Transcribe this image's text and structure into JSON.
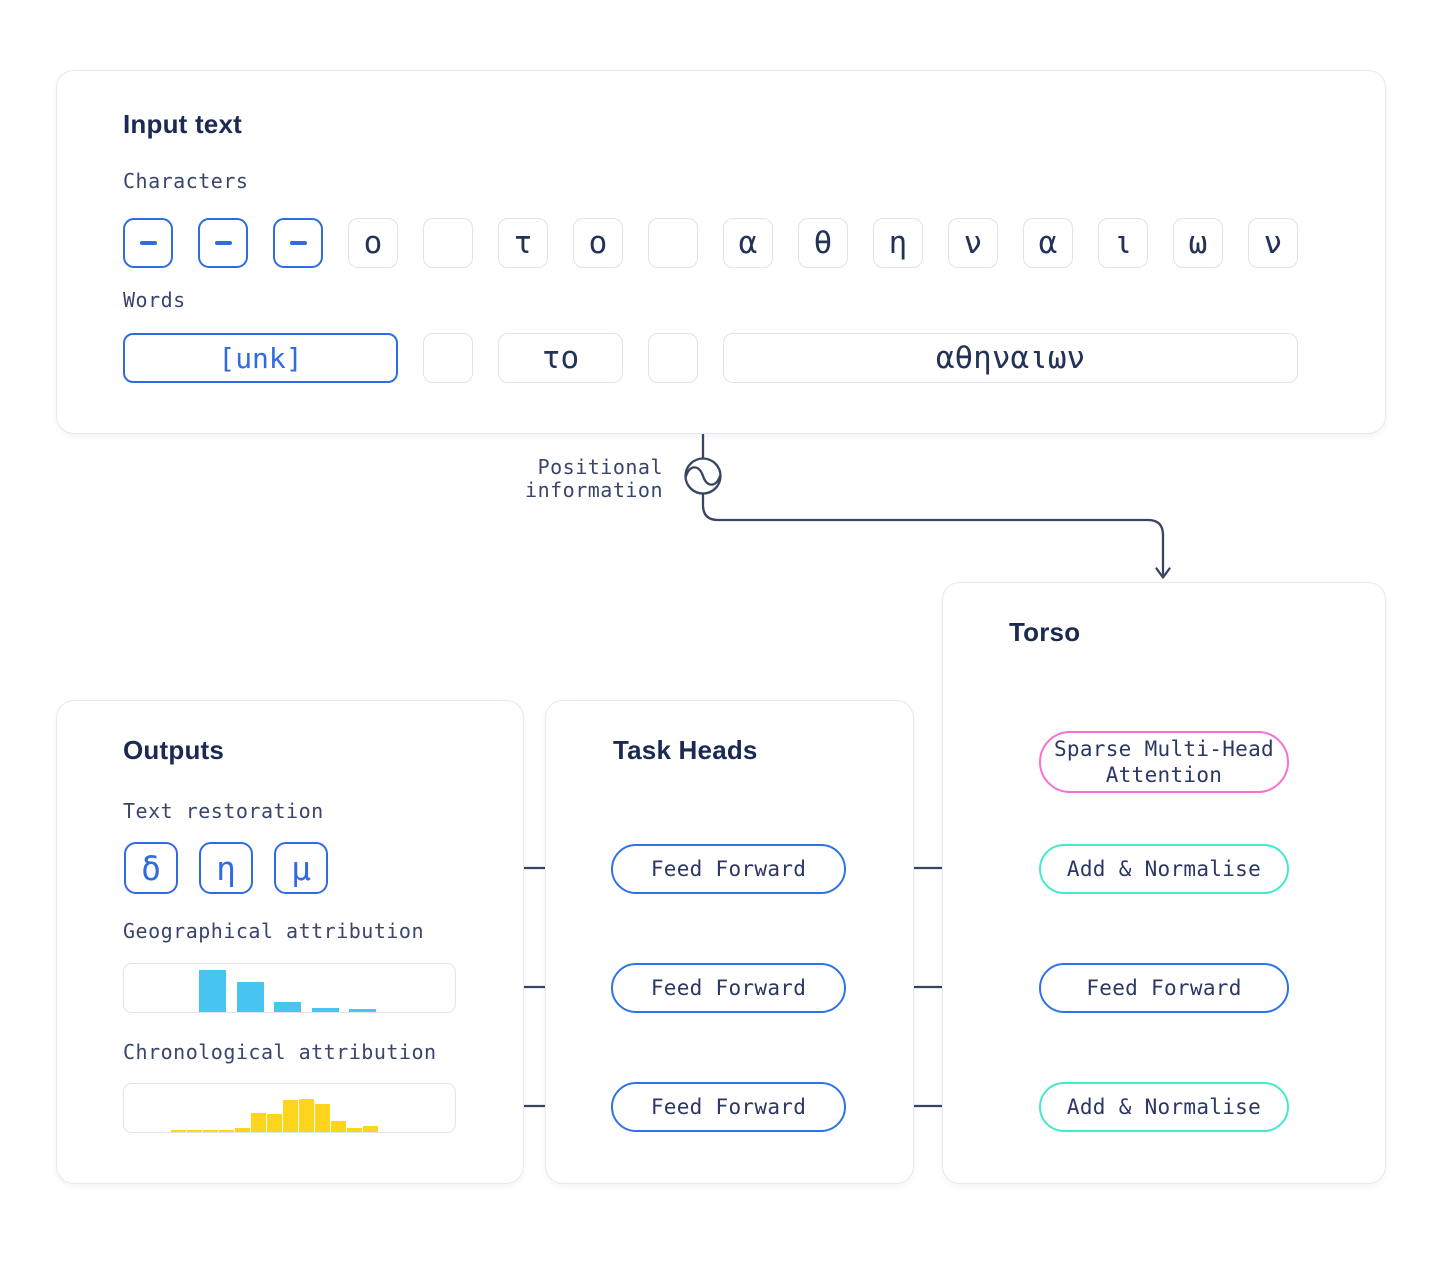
{
  "colors": {
    "accent_blue": "#2F6BE3",
    "pill_blue": "#3072E8",
    "pink": "#F76FD7",
    "teal": "#44E9CC",
    "wire_navy": "#394463",
    "heading_navy": "#1B2A52",
    "label_navy": "#39456B",
    "bar_blue": "#47C4F0",
    "bar_yellow": "#FFD41E"
  },
  "input_panel": {
    "title": "Input text",
    "characters_label": "Characters",
    "characters": [
      {
        "char": "-",
        "masked": true
      },
      {
        "char": "-",
        "masked": true
      },
      {
        "char": "-",
        "masked": true
      },
      {
        "char": "ο",
        "masked": false
      },
      {
        "char": "",
        "masked": false
      },
      {
        "char": "τ",
        "masked": false
      },
      {
        "char": "ο",
        "masked": false
      },
      {
        "char": "",
        "masked": false
      },
      {
        "char": "α",
        "masked": false
      },
      {
        "char": "θ",
        "masked": false
      },
      {
        "char": "η",
        "masked": false
      },
      {
        "char": "ν",
        "masked": false
      },
      {
        "char": "α",
        "masked": false
      },
      {
        "char": "ι",
        "masked": false
      },
      {
        "char": "ω",
        "masked": false
      },
      {
        "char": "ν",
        "masked": false
      }
    ],
    "words_label": "Words",
    "words": [
      {
        "text": "[unk]",
        "masked": true
      },
      {
        "text": "",
        "masked": false
      },
      {
        "text": "το",
        "masked": false
      },
      {
        "text": "",
        "masked": false
      },
      {
        "text": "αθηναιων",
        "masked": false
      }
    ]
  },
  "positional": {
    "line1": "Positional",
    "line2": "information"
  },
  "torso": {
    "title": "Torso",
    "attention_line1": "Sparse Multi-Head",
    "attention_line2": "Attention",
    "add_norm_1": "Add & Normalise",
    "feed_forward": "Feed Forward",
    "add_norm_2": "Add & Normalise"
  },
  "task_heads": {
    "title": "Task Heads",
    "heads": [
      {
        "label": "Feed Forward"
      },
      {
        "label": "Feed Forward"
      },
      {
        "label": "Feed Forward"
      }
    ]
  },
  "outputs": {
    "title": "Outputs",
    "text_restoration": {
      "label": "Text restoration",
      "letters": [
        "δ",
        "η",
        "μ"
      ]
    },
    "geographical": {
      "label": "Geographical attribution"
    },
    "chronological": {
      "label": "Chronological attribution"
    }
  },
  "chart_data": [
    {
      "type": "bar",
      "label": "Geographical attribution",
      "values": [
        0.84,
        0.6,
        0.2,
        0.08,
        0.06
      ],
      "color": "#47C4F0",
      "ylim": [
        0,
        1
      ],
      "axes_shown": false
    },
    {
      "type": "bar",
      "label": "Chronological attribution",
      "values": [
        0.04,
        0.04,
        0.04,
        0.04,
        0.08,
        0.38,
        0.36,
        0.64,
        0.66,
        0.56,
        0.22,
        0.08,
        0.12
      ],
      "color": "#FFD41E",
      "ylim": [
        0,
        1
      ],
      "axes_shown": false
    }
  ]
}
